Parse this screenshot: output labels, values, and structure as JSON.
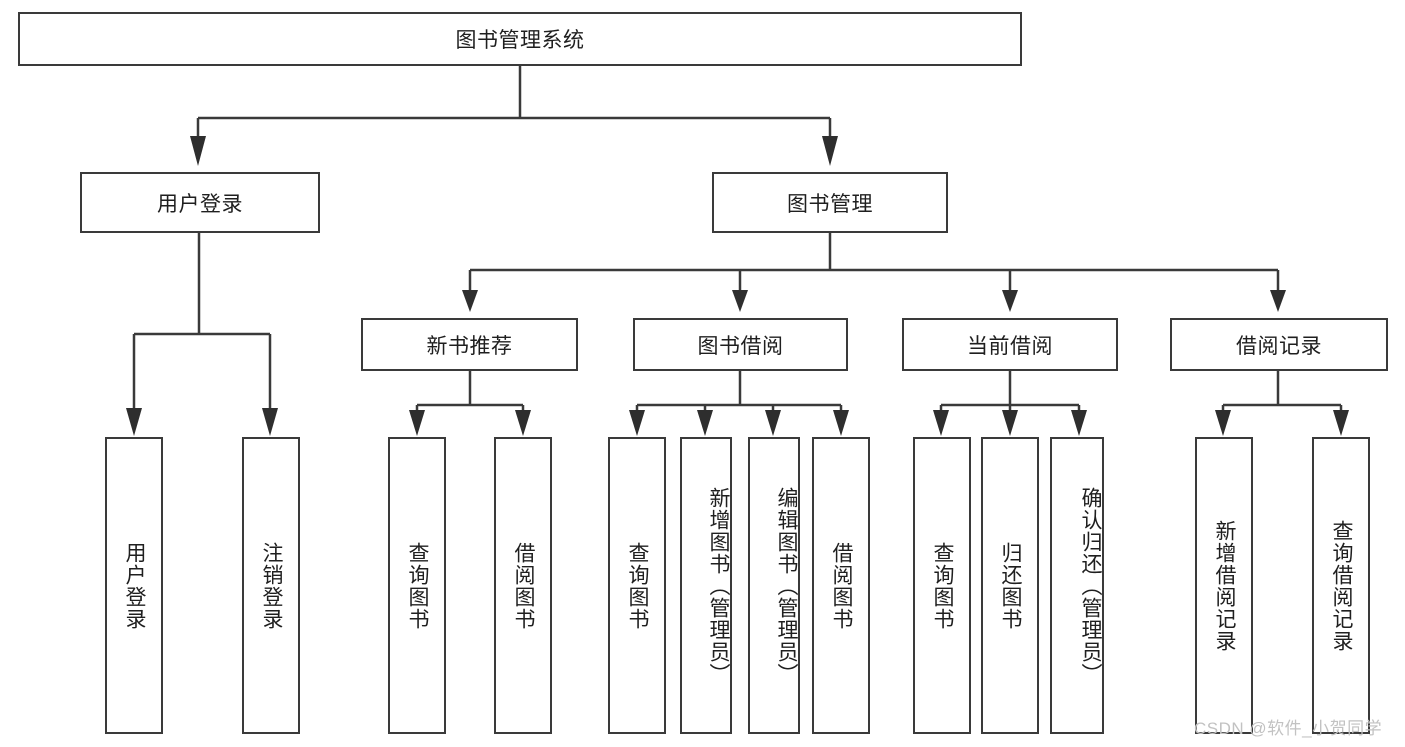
{
  "diagram": {
    "title": "图书管理系统",
    "root": {
      "label": "图书管理系统"
    },
    "level2": [
      {
        "label": "用户登录"
      },
      {
        "label": "图书管理"
      }
    ],
    "level3": [
      {
        "label": "新书推荐"
      },
      {
        "label": "图书借阅"
      },
      {
        "label": "当前借阅"
      },
      {
        "label": "借阅记录"
      }
    ],
    "leaves": {
      "user_login": [
        {
          "label": "用户登录"
        },
        {
          "label": "注销登录"
        }
      ],
      "new_book": [
        {
          "label": "查询图书"
        },
        {
          "label": "借阅图书"
        }
      ],
      "borrow": [
        {
          "label": "查询图书"
        },
        {
          "label": "新增图书（管理员）"
        },
        {
          "label": "编辑图书（管理员）"
        },
        {
          "label": "借阅图书"
        }
      ],
      "current": [
        {
          "label": "查询图书"
        },
        {
          "label": "归还图书"
        },
        {
          "label": "确认归还（管理员）"
        }
      ],
      "records": [
        {
          "label": "新增借阅记录"
        },
        {
          "label": "查询借阅记录"
        }
      ]
    }
  },
  "watermark": {
    "text": "CSDN @软件_小贺同学"
  },
  "colors": {
    "stroke": "#3a3a3a",
    "background": "#ffffff",
    "text": "#1f1f1f",
    "watermark": "#c2c2c2"
  }
}
